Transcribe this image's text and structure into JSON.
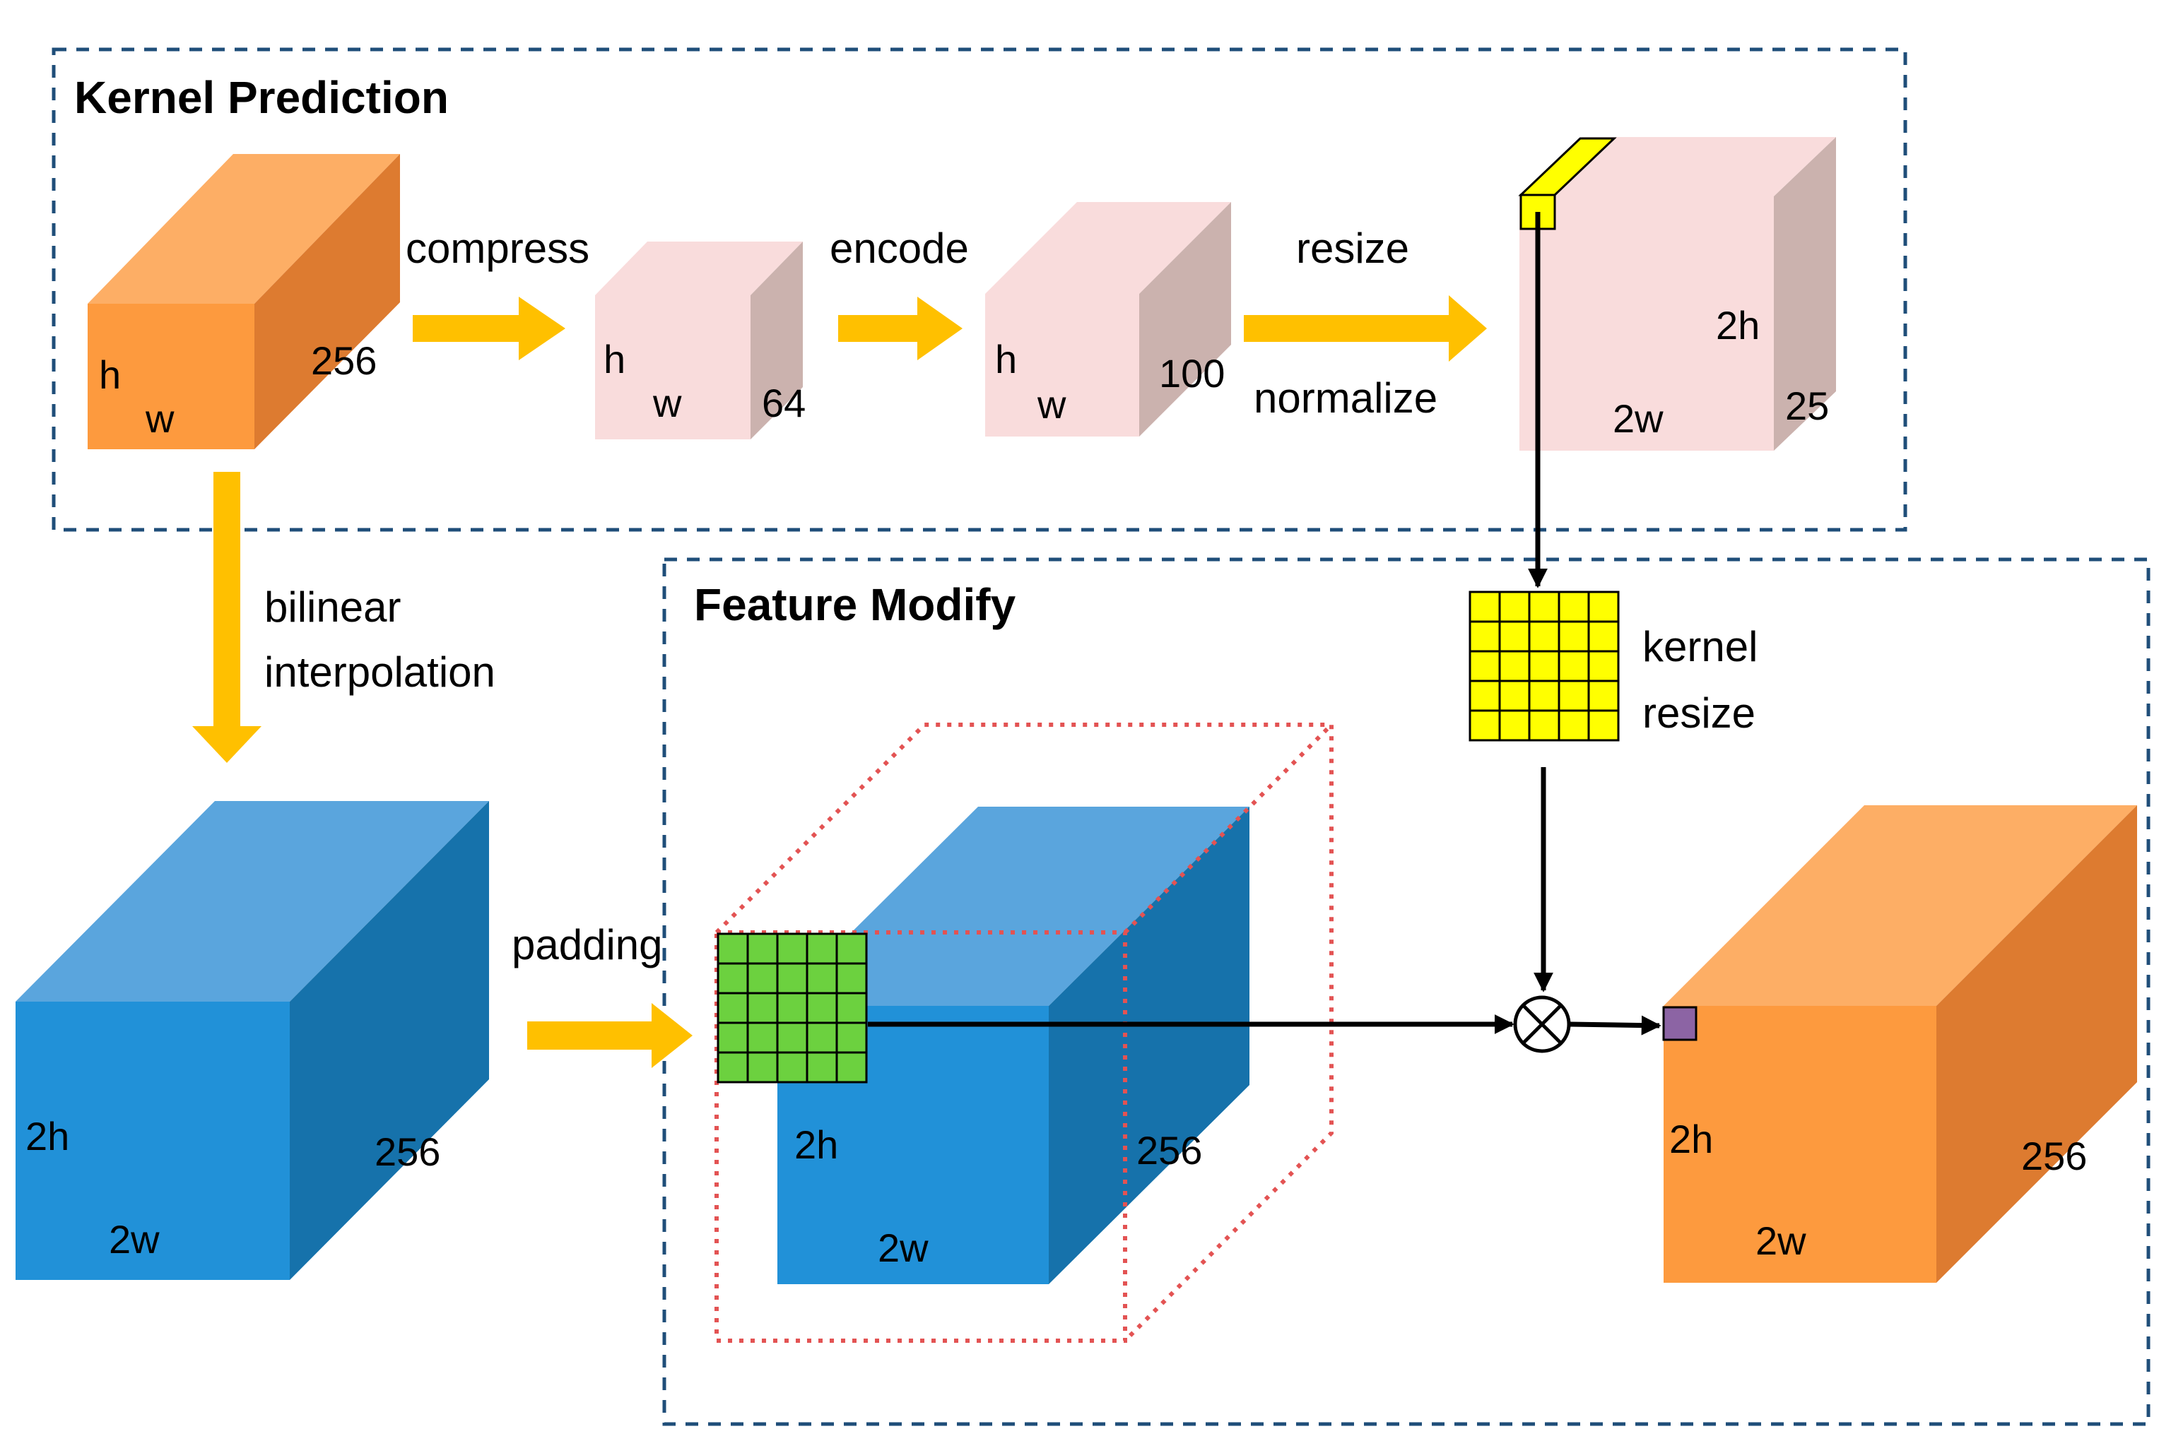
{
  "sections": {
    "kernel_prediction": {
      "title": "Kernel Prediction"
    },
    "feature_modify": {
      "title": "Feature Modify"
    }
  },
  "steps": {
    "compress": "compress",
    "encode": "encode",
    "resize": "resize",
    "normalize": "normalize",
    "bilinear": "bilinear",
    "interpolation": "interpolation",
    "padding": "padding",
    "kernel": "kernel",
    "kernel_resize": "resize"
  },
  "blocks": {
    "input": {
      "h": "h",
      "w": "w",
      "c": "256"
    },
    "compressed": {
      "h": "h",
      "w": "w",
      "c": "64"
    },
    "encoded": {
      "h": "h",
      "w": "w",
      "c": "100"
    },
    "kernels": {
      "h": "2h",
      "w": "2w",
      "c": "25"
    },
    "upsampled": {
      "h": "2h",
      "w": "2w",
      "c": "256"
    },
    "padded": {
      "h": "2h",
      "w": "2w",
      "c": "256"
    },
    "output": {
      "h": "2h",
      "w": "2w",
      "c": "256"
    }
  },
  "colors": {
    "orange_front": "#FD9A3E",
    "orange_top": "#FDAE65",
    "orange_side": "#DD7B30",
    "pink_front": "#F9DCDC",
    "pink_top": "#F9DCDC",
    "pink_side": "#CBB2AE",
    "blue_front": "#2191D8",
    "blue_top": "#5AA5DD",
    "blue_side": "#1672AB",
    "green_grid": "#6CD13F",
    "yellow_grid": "#FFFF00",
    "arrow_yellow": "#FFC000",
    "dash_blue": "#1F4E79",
    "dot_red": "#E35353",
    "pixel_purple": "#8C64A4"
  }
}
